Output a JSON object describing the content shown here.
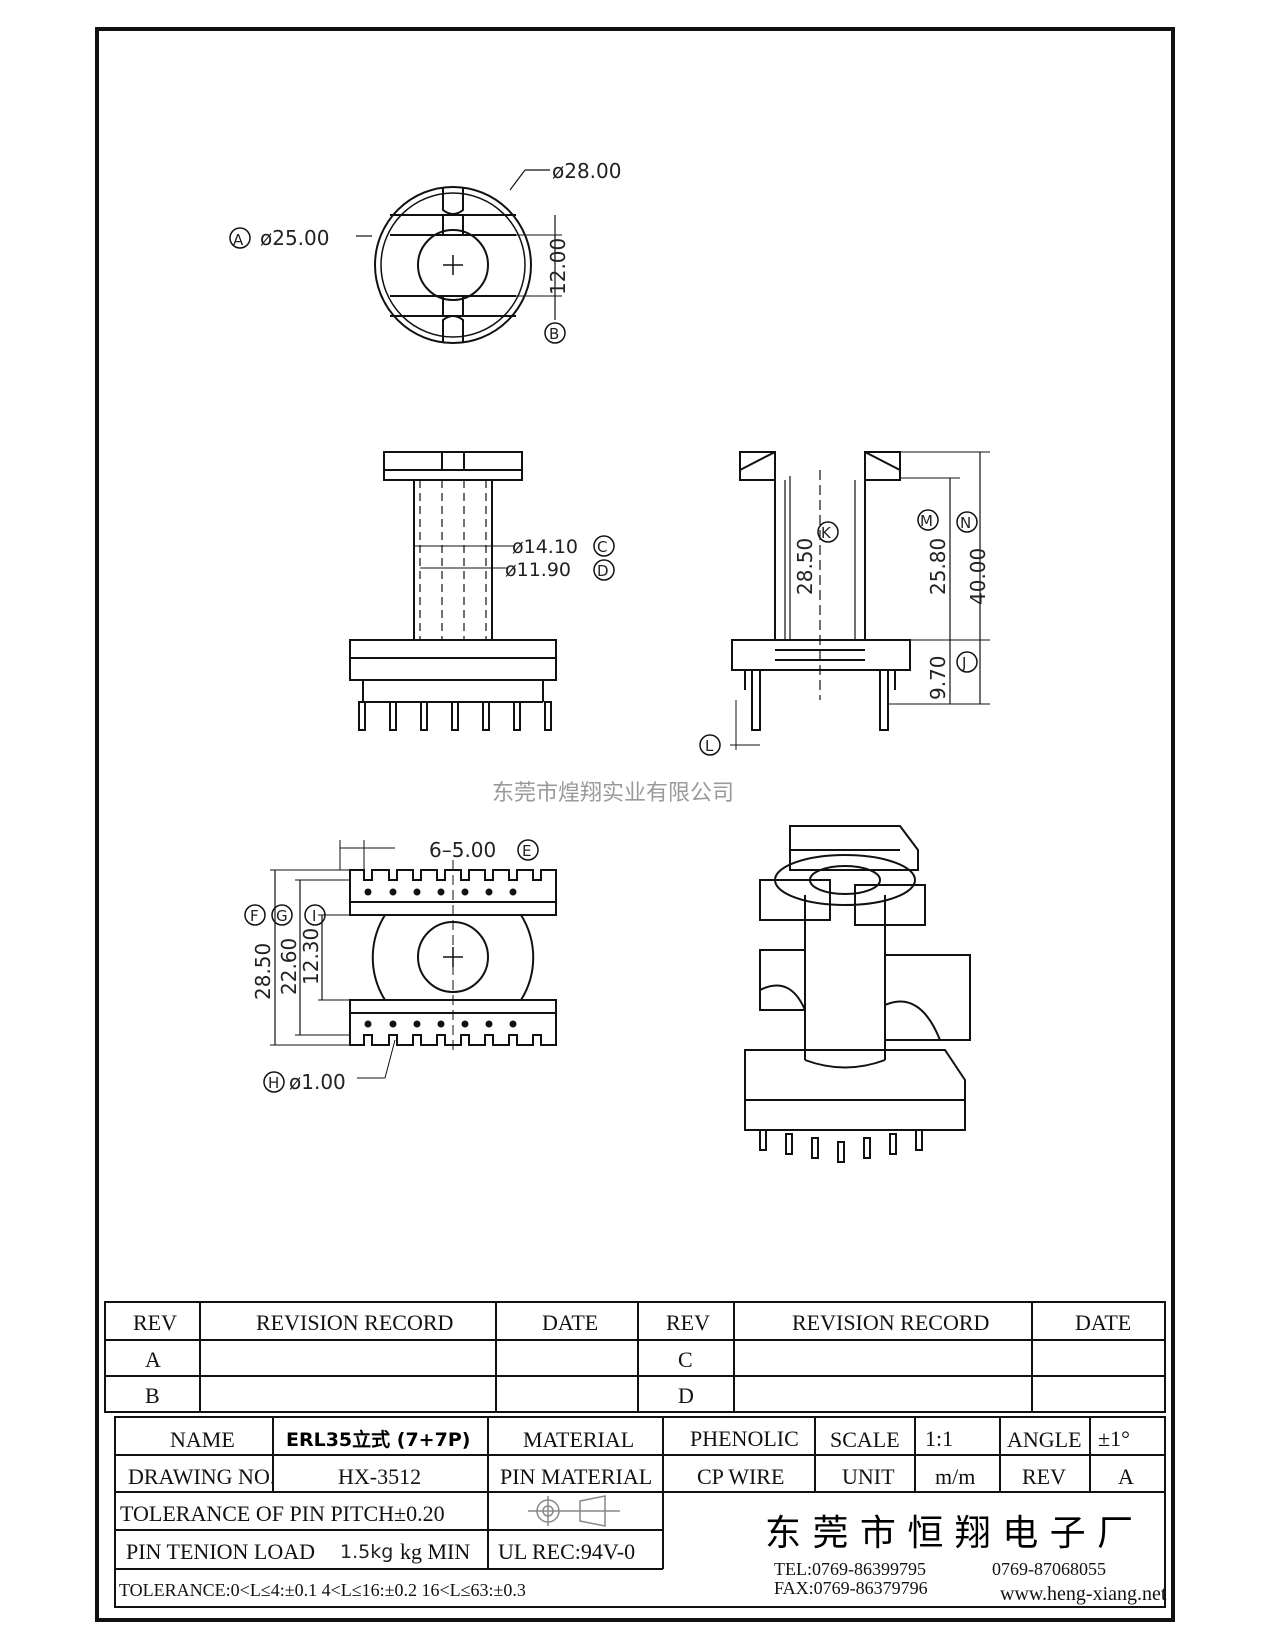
{
  "top_view": {
    "outer_dia": "ø28.00",
    "inner_dia": "ø25.00",
    "center_height": "12.00",
    "callout_a": "A",
    "callout_b": "B"
  },
  "front_view": {
    "dia_c": "ø14.10",
    "dia_d": "ø11.90",
    "callout_c": "C",
    "callout_d": "D"
  },
  "side_view": {
    "dim_k": "28.50",
    "dim_m": "25.80",
    "dim_n": "40.00",
    "dim_j": "9.70",
    "callout_k": "K",
    "callout_m": "M",
    "callout_n": "N",
    "callout_j": "J",
    "callout_l": "L"
  },
  "watermark_company": "东莞市煌翔实业有限公司",
  "bottom_view": {
    "pin_pitch": "6–5.00",
    "callout_e": "E",
    "dim_f": "28.50",
    "dim_g": "22.60",
    "dim_i": "12.30",
    "callout_f": "F",
    "callout_g": "G",
    "callout_i": "I",
    "pin_dia": "ø1.00",
    "callout_h": "H"
  },
  "revision_table": {
    "headers": [
      "REV",
      "REVISION RECORD",
      "DATE",
      "REV",
      "REVISION RECORD",
      "DATE"
    ],
    "rows": [
      [
        "A",
        "",
        "",
        "C",
        "",
        ""
      ],
      [
        "B",
        "",
        "",
        "D",
        "",
        ""
      ]
    ]
  },
  "title_block": {
    "name_label": "NAME",
    "name_value": "ERL35立式 (7+7P)",
    "material_label": "MATERIAL",
    "material_value": "PHENOLIC",
    "scale_label": "SCALE",
    "scale_value": "1:1",
    "angle_label": "ANGLE",
    "angle_value": "±1°",
    "drawing_no_label": "DRAWING NO.",
    "drawing_no_value": "HX-3512",
    "pin_material_label": "PIN MATERIAL",
    "pin_material_value": "CP WIRE",
    "unit_label": "UNIT",
    "unit_value": "m/m",
    "rev_label": "REV",
    "rev_value": "A",
    "tol_pitch": "TOLERANCE OF PIN PITCH±0.20",
    "pin_tension_label": "PIN TENION LOAD",
    "pin_tension_value": "1.5kg",
    "pin_tension_unit": "kg MIN",
    "ul_rec": "UL REC:94V-0",
    "general_tol": "TOLERANCE:0<L≤4:±0.1   4<L≤16:±0.2   16<L≤63:±0.3",
    "company": "东 莞 市 恒 翔 电 子 厂",
    "tel": "TEL:0769-86399795",
    "tel2": "0769-87068055",
    "fax": "FAX:0769-86379796",
    "website": "www.heng-xiang.net"
  }
}
